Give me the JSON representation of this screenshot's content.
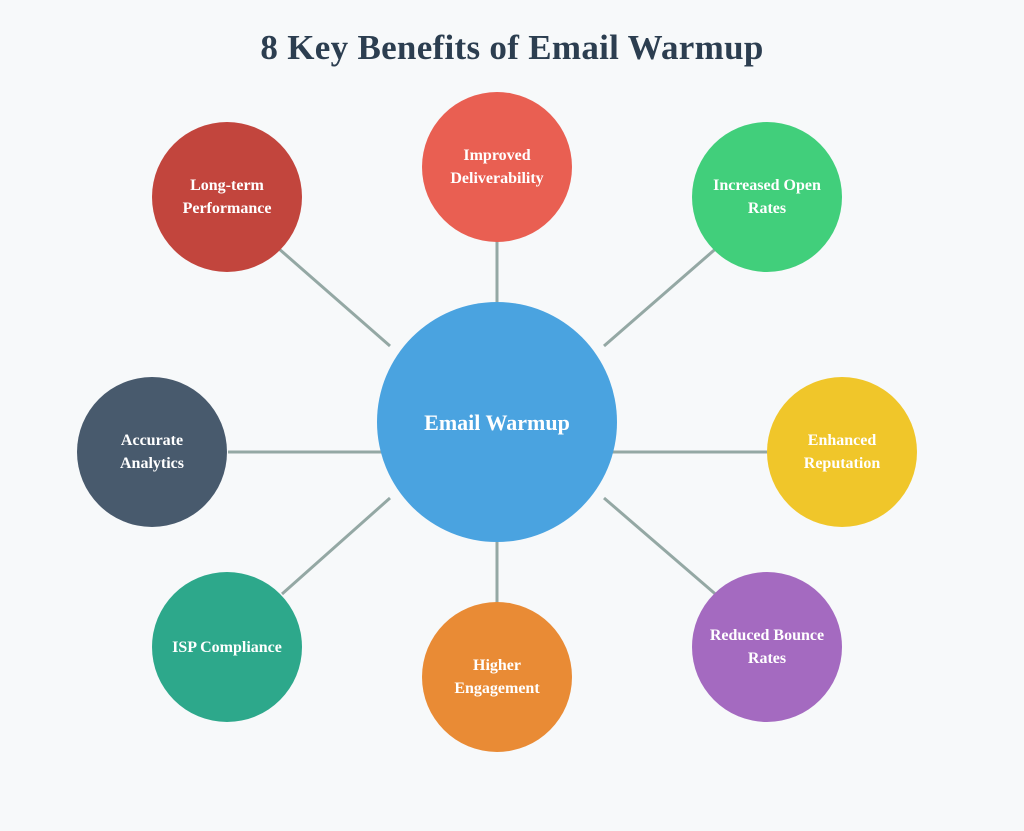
{
  "title": "8 Key Benefits of Email Warmup",
  "center": {
    "label": "Email Warmup",
    "color": "#4aa3e0"
  },
  "connector_color": "#94a8a4",
  "benefits": [
    {
      "id": "improved-deliverability",
      "label": "Improved Deliverability",
      "color": "#e95f52"
    },
    {
      "id": "increased-open-rates",
      "label": "Increased Open Rates",
      "color": "#41cf7b"
    },
    {
      "id": "enhanced-reputation",
      "label": "Enhanced Reputation",
      "color": "#f0c62a"
    },
    {
      "id": "reduced-bounce-rates",
      "label": "Reduced Bounce Rates",
      "color": "#a46ac0"
    },
    {
      "id": "higher-engagement",
      "label": "Higher Engagement",
      "color": "#e98b35"
    },
    {
      "id": "isp-compliance",
      "label": "ISP Compliance",
      "color": "#2da88b"
    },
    {
      "id": "accurate-analytics",
      "label": "Accurate Analytics",
      "color": "#485a6d"
    },
    {
      "id": "long-term-performance",
      "label": "Long-term Performance",
      "color": "#c2453d"
    }
  ]
}
